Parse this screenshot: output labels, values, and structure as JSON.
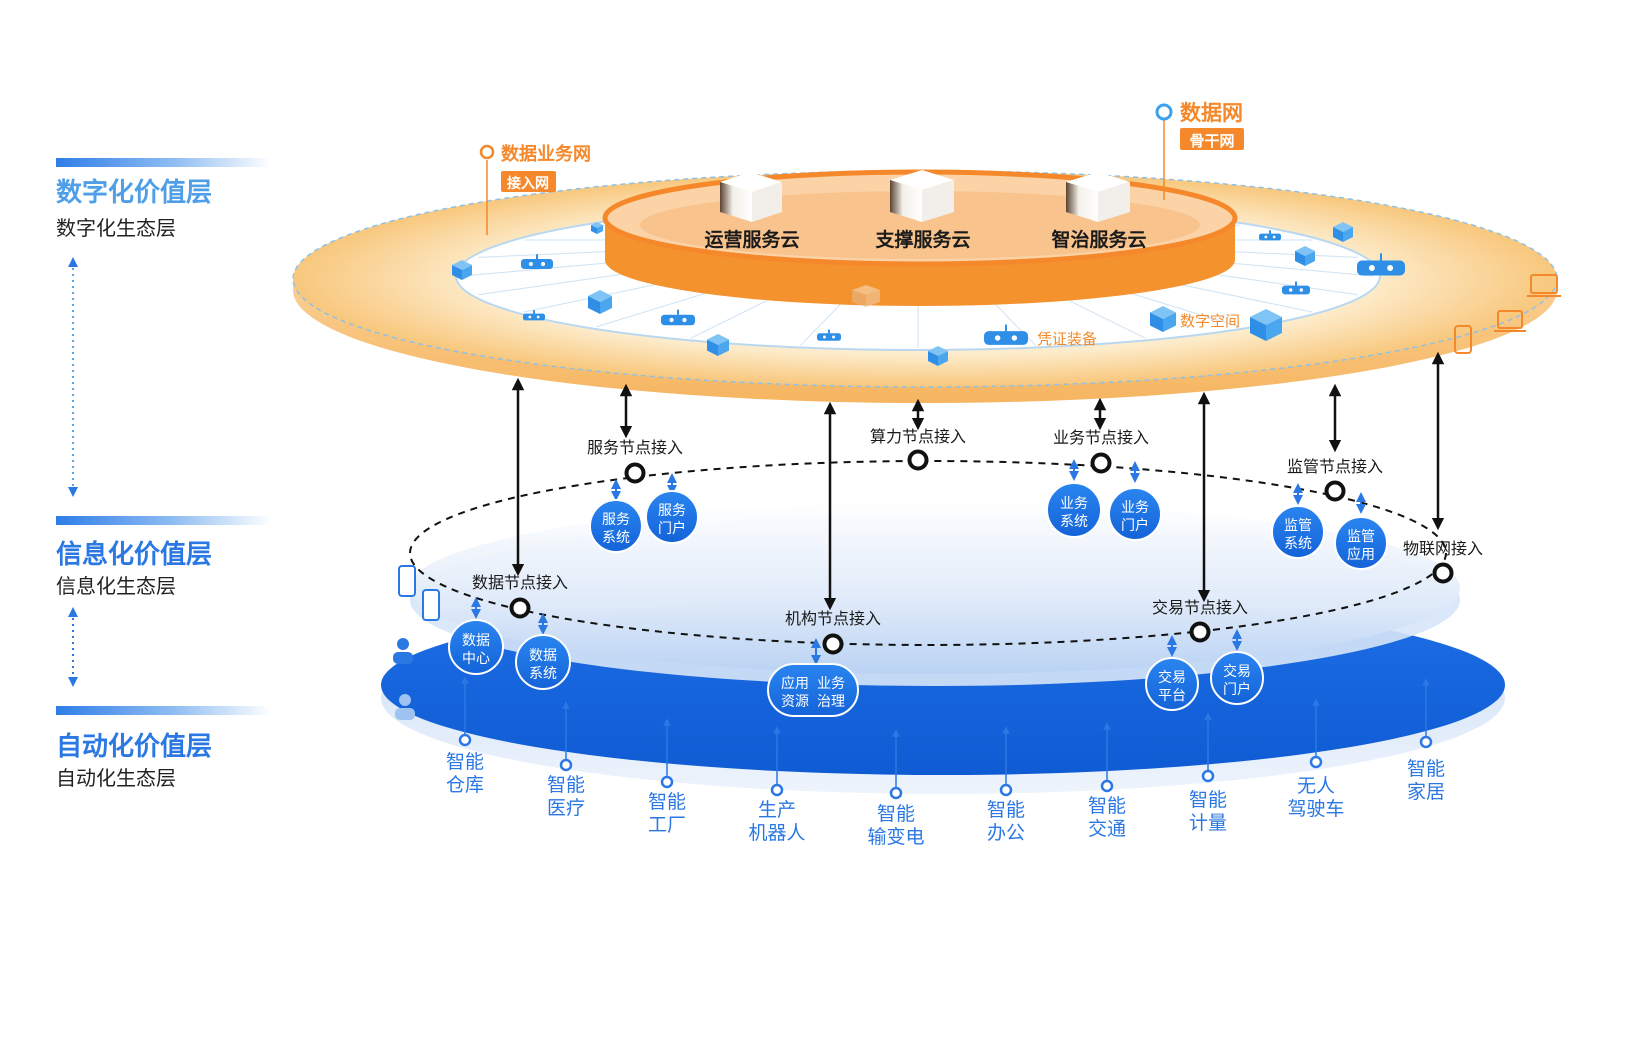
{
  "layers": [
    {
      "title": "数字化价值层",
      "subtitle": "数字化生态层"
    },
    {
      "title": "信息化价值层",
      "subtitle": "信息化生态层"
    },
    {
      "title": "自动化价值层",
      "subtitle": "自动化生态层"
    }
  ],
  "top_layer": {
    "clouds": [
      "运营服务云",
      "支撑服务云",
      "智治服务云"
    ],
    "network_left": {
      "name": "数据业务网",
      "tag": "接入网"
    },
    "network_right": {
      "name": "数据网",
      "tag": "骨干网"
    },
    "ring_labels": [
      "数字空间",
      "凭证装备"
    ]
  },
  "middle_layer": {
    "access_points": [
      "服务节点接入",
      "算力节点接入",
      "业务节点接入",
      "监管节点接入",
      "物联网接入",
      "数据节点接入",
      "机构节点接入",
      "交易节点接入"
    ],
    "bubbles": [
      [
        "服务",
        "系统"
      ],
      [
        "服务",
        "门户"
      ],
      [
        "业务",
        "系统"
      ],
      [
        "业务",
        "门户"
      ],
      [
        "监管",
        "系统"
      ],
      [
        "监管",
        "应用"
      ],
      [
        "数据",
        "中心"
      ],
      [
        "数据",
        "系统"
      ],
      [
        "应用",
        "资源"
      ],
      [
        "业务",
        "治理"
      ],
      [
        "交易",
        "平台"
      ],
      [
        "交易",
        "门户"
      ]
    ]
  },
  "bottom_layer": {
    "endpoints": [
      [
        "智能",
        "仓库"
      ],
      [
        "智能",
        "医疗"
      ],
      [
        "智能",
        "工厂"
      ],
      [
        "生产",
        "机器人"
      ],
      [
        "智能",
        "输变电"
      ],
      [
        "智能",
        "办公"
      ],
      [
        "智能",
        "交通"
      ],
      [
        "智能",
        "计量"
      ],
      [
        "无人",
        "驾驶车"
      ],
      [
        "智能",
        "家居"
      ]
    ]
  },
  "colors": {
    "primary_blue": "#1a6fe8",
    "label_blue": "#2b78e4",
    "orange": "#f5882a",
    "cream": "#fde9c2"
  }
}
